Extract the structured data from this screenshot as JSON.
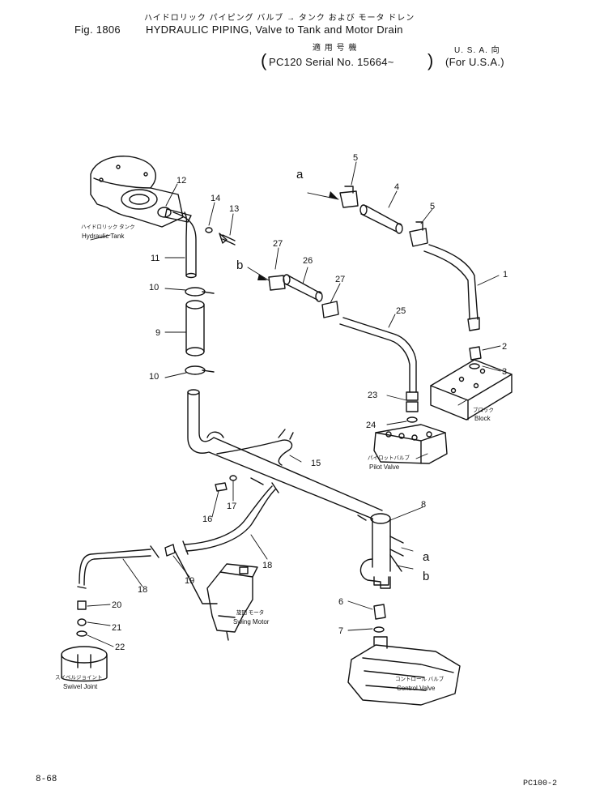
{
  "header": {
    "jp_title": "ハイドロリック パイピング バルブ → タンク および モータ ドレン",
    "fig_label": "Fig. 1806",
    "title": "HYDRAULIC PIPING, Valve to Tank and Motor Drain",
    "jp_serial_label": "適 用 号 機",
    "serial": "PC120 Serial No. 15664~",
    "jp_region": "U. S. A. 向",
    "region": "(For U.S.A.)"
  },
  "parts": [
    {
      "no": "1"
    },
    {
      "no": "2"
    },
    {
      "no": "3"
    },
    {
      "no": "4"
    },
    {
      "no": "5"
    },
    {
      "no": "5"
    },
    {
      "no": "6"
    },
    {
      "no": "7"
    },
    {
      "no": "8"
    },
    {
      "no": "9"
    },
    {
      "no": "10"
    },
    {
      "no": "10"
    },
    {
      "no": "11"
    },
    {
      "no": "12"
    },
    {
      "no": "13"
    },
    {
      "no": "14"
    },
    {
      "no": "15"
    },
    {
      "no": "16"
    },
    {
      "no": "17"
    },
    {
      "no": "18"
    },
    {
      "no": "18"
    },
    {
      "no": "19"
    },
    {
      "no": "20"
    },
    {
      "no": "21"
    },
    {
      "no": "22"
    },
    {
      "no": "23"
    },
    {
      "no": "24"
    },
    {
      "no": "25"
    },
    {
      "no": "26"
    },
    {
      "no": "27"
    },
    {
      "no": "27"
    }
  ],
  "refs": [
    "a",
    "b",
    "a",
    "b"
  ],
  "components": [
    {
      "jp": "ハイドロリック タンク",
      "en": "Hydraulic Tank"
    },
    {
      "jp": "ブロック",
      "en": "Block"
    },
    {
      "jp": "パイロットバルブ",
      "en": "Pilot Valve"
    },
    {
      "jp": "旋回 モータ",
      "en": "Swing Motor"
    },
    {
      "jp": "スイベルジョイント",
      "en": "Swivel Joint"
    },
    {
      "jp": "コントロール バルブ",
      "en": "Control Valve"
    }
  ],
  "footer": {
    "page": "8-68",
    "model": "PC100-2"
  }
}
